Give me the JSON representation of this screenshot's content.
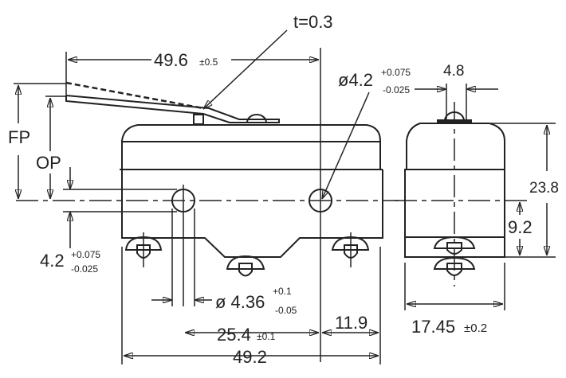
{
  "labels": {
    "thickness": "t=0.3",
    "lever_length": "49.6",
    "lever_length_tol": "±0.5",
    "hole_dia": "ø4.2",
    "hole_dia_tol_plus": "+0.075",
    "hole_dia_tol_minus": "-0.025",
    "button_width": "4.8",
    "fp": "FP",
    "op": "OP",
    "hole_offset": "4.2",
    "hole_offset_tol_plus": "+0.075",
    "hole_offset_tol_minus": "-0.025",
    "pin_dia": "ø 4.36",
    "pin_dia_tol_plus": "+0.1",
    "pin_dia_tol_minus": "-0.05",
    "hole_spacing": "25.4",
    "hole_spacing_tol": "±0.1",
    "edge_offset": "11.9",
    "body_length": "49.2",
    "height": "23.8",
    "hole_height": "9.2",
    "body_width": "17.45",
    "body_width_tol": "±0.2"
  }
}
